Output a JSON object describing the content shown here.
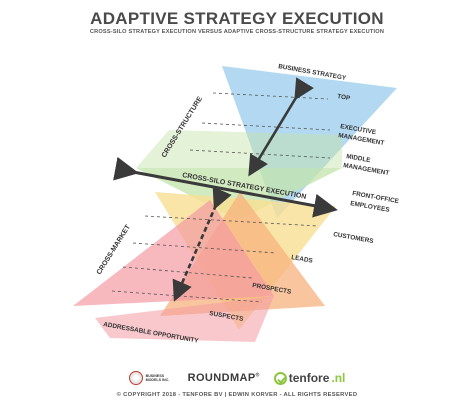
{
  "header": {
    "title": "ADAPTIVE STRATEGY EXECUTION",
    "subtitle": "CROSS-SILO STRATEGY EXECUTION VERSUS ADAPTIVE CROSS-STRUCTURE STRATEGY EXECUTION"
  },
  "diagram": {
    "axes": {
      "cross_structure": "CROSS-STRUCTURE",
      "cross_market": "CROSS-MARKET",
      "cross_silo": "CROSS-SILO STRATEGY EXECUTION"
    },
    "structure_levels": [
      "BUSINESS STRATEGY",
      "TOP",
      "EXECUTIVE",
      "MANAGEMENT",
      "MIDDLE",
      "MANAGEMENT",
      "FRONT-OFFICE",
      "EMPLOYEES"
    ],
    "market_levels": [
      "CUSTOMERS",
      "LEADS",
      "PROSPECTS",
      "SUSPECTS",
      "ADDRESSABLE OPPORTUNITY"
    ],
    "colors": {
      "blue": "#9fd0ee",
      "green": "#c3e3a9",
      "yellow": "#f8de92",
      "orange": "#f7b27d",
      "pink": "#f49aa3",
      "arrow": "#3a3a3a"
    }
  },
  "footer": {
    "logos": {
      "bmi": "BUSINESS MODELS INC.",
      "roundmap_a": "ROUND",
      "roundmap_b": "MAP",
      "roundmap_tm": "®",
      "tenfore_a": "tenfore",
      "tenfore_b": ".nl"
    },
    "copyright": "© COPYRIGHT 2018 - TENFORE BV | EDWIN KORVER - ALL RIGHTS RESERVED"
  }
}
